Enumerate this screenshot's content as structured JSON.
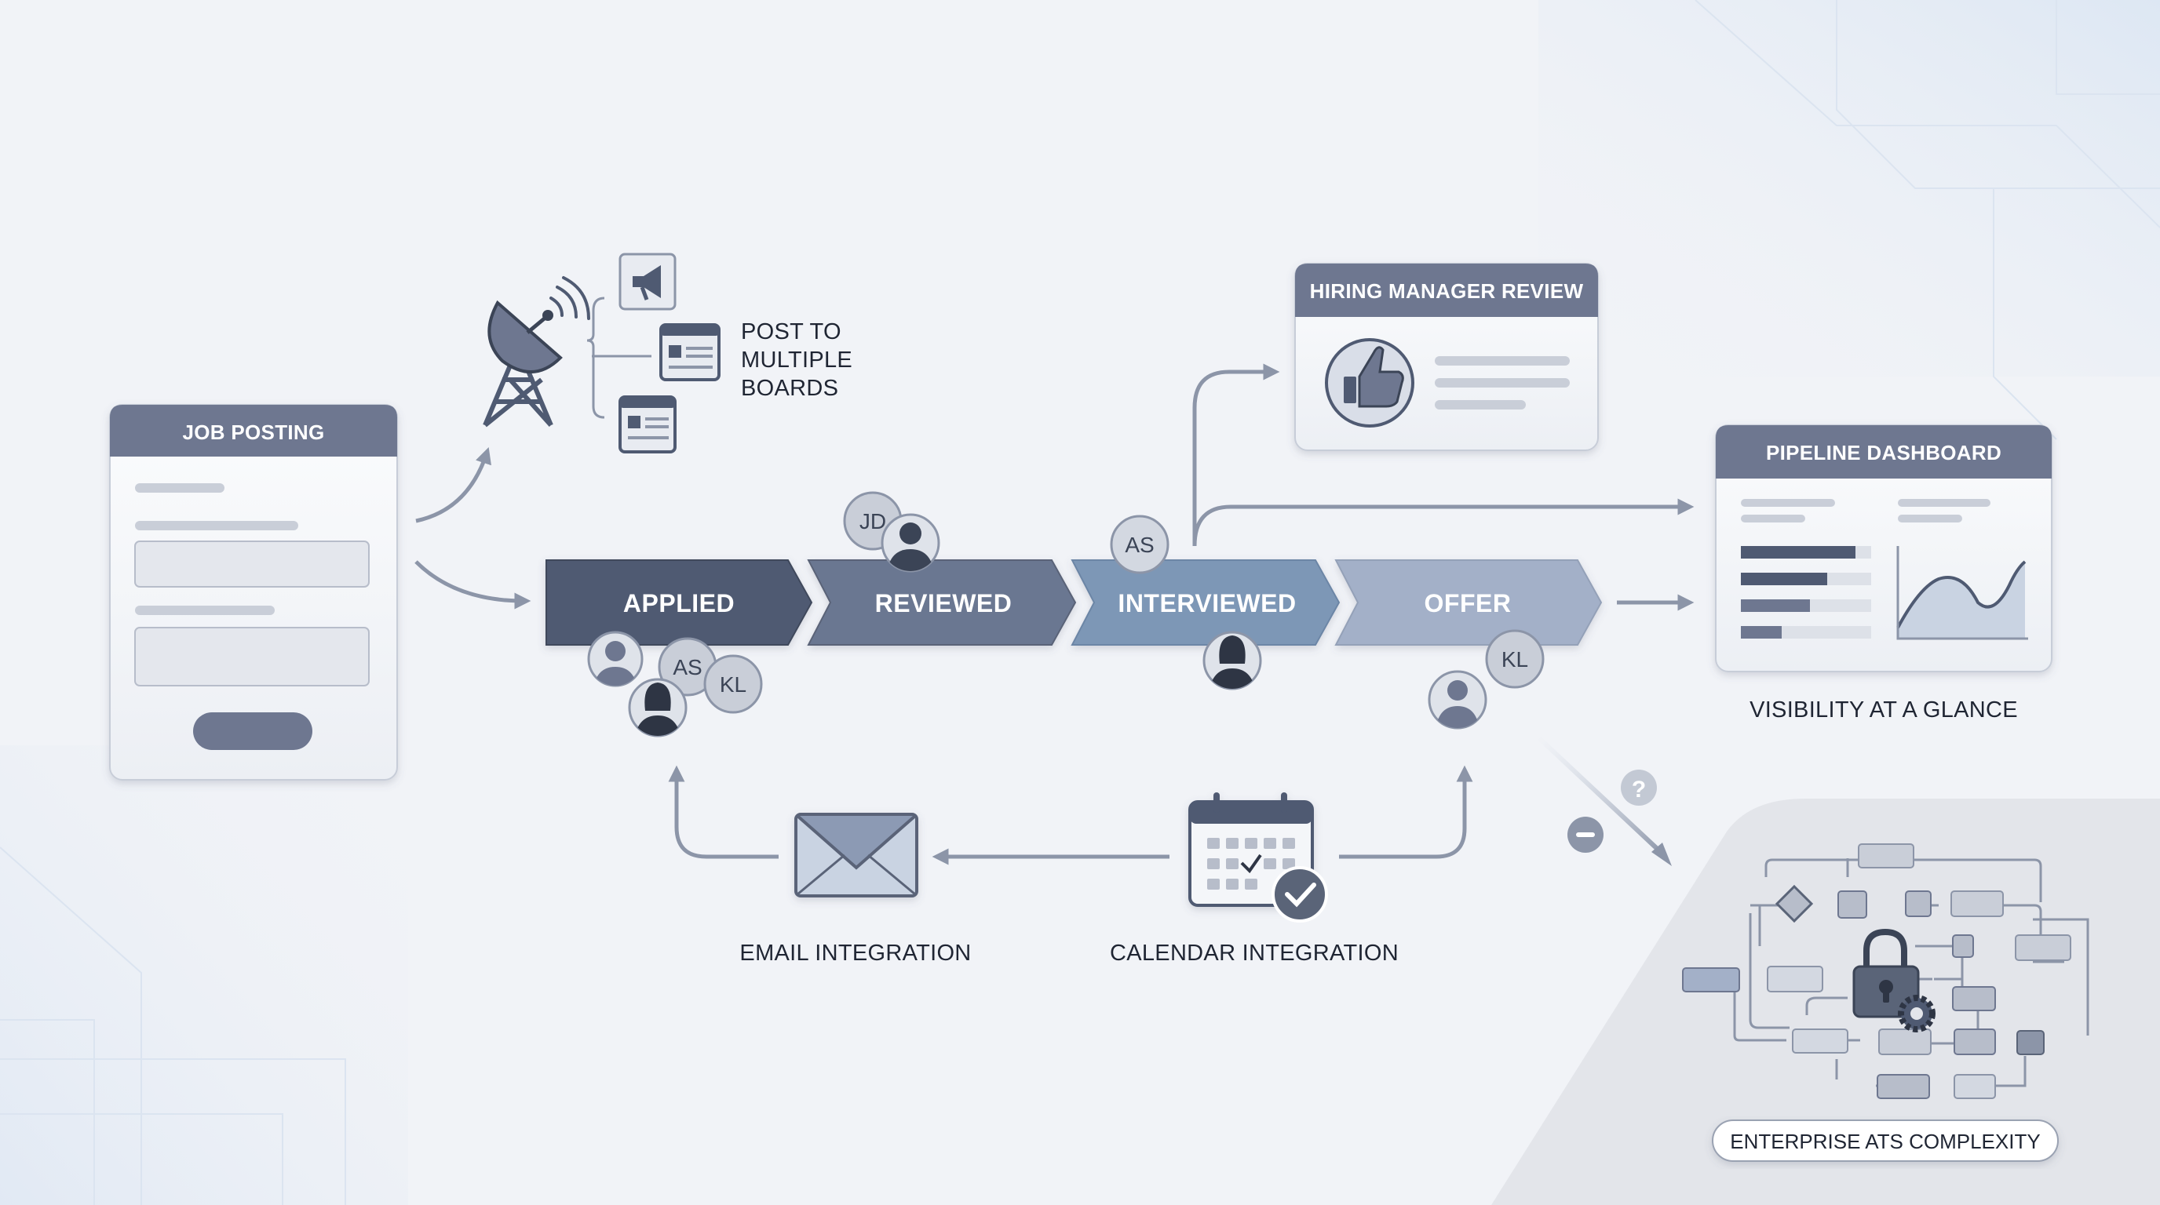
{
  "job_posting": {
    "title": "JOB POSTING"
  },
  "broadcast": {
    "caption": [
      "POST TO",
      "MULTIPLE",
      "BOARDS"
    ]
  },
  "pipeline": {
    "stages": [
      {
        "label": "APPLIED"
      },
      {
        "label": "REVIEWED"
      },
      {
        "label": "INTERVIEWED"
      },
      {
        "label": "OFFER"
      }
    ],
    "initials": {
      "jd": "JD",
      "as_interview": "AS",
      "as_applied": "AS",
      "kl_applied": "KL",
      "kl_offer": "KL"
    }
  },
  "hiring_manager": {
    "title": "HIRING MANAGER REVIEW"
  },
  "dashboard": {
    "title": "PIPELINE DASHBOARD",
    "caption": "VISIBILITY AT A GLANCE"
  },
  "integrations": {
    "email": "EMAIL INTEGRATION",
    "calendar": "CALENDAR INTEGRATION"
  },
  "enterprise": {
    "label": "ENTERPRISE ATS COMPLEXITY",
    "question": "?"
  },
  "colors": {
    "applied": "#4f5a72",
    "reviewed": "#6b7791",
    "interviewed": "#7d97b6",
    "offer": "#a3b0c8",
    "arrow": "#8c95a8",
    "header": "#6e7790"
  }
}
